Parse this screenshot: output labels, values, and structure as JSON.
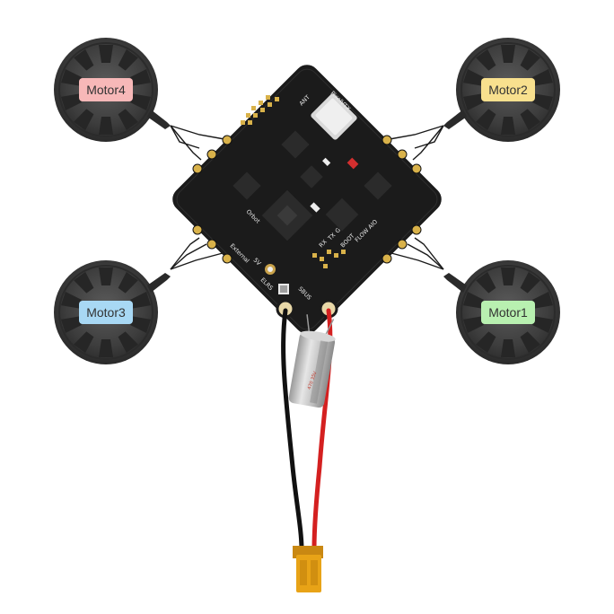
{
  "motors": [
    {
      "id": "motor4",
      "label": "Motor4",
      "color": "#f7b8b8"
    },
    {
      "id": "motor2",
      "label": "Motor2",
      "color": "#f8e08e"
    },
    {
      "id": "motor3",
      "label": "Motor3",
      "color": "#a8d8f4"
    },
    {
      "id": "motor1",
      "label": "Motor1",
      "color": "#b8f0b0"
    }
  ],
  "board": {
    "brand": "Orbot",
    "model": "FLOW AIO",
    "vtx": "PixelVTX",
    "ant": "ANT",
    "external": "External",
    "pins_5v": "5V",
    "pin_rx": "RX",
    "pin_tx": "TX",
    "pin_gnd": "G",
    "pin_boot": "BOOT",
    "sbus": "SBUS",
    "elrs": "ELRS"
  },
  "capacitor": {
    "text": "470 35V"
  },
  "colors": {
    "pcb": "#1b1b1b",
    "pad": "#d9b24a",
    "wire_pos": "#d42020",
    "wire_neg": "#111111",
    "connector": "#e8a317"
  }
}
